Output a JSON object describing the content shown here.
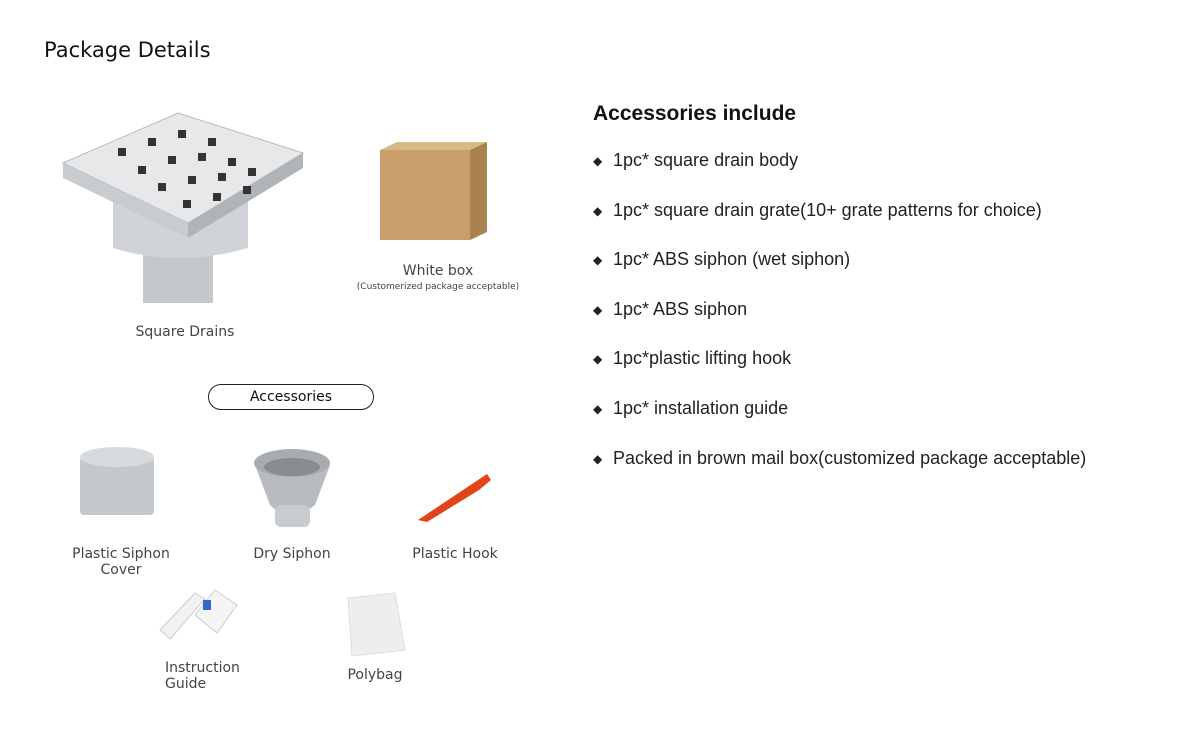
{
  "title": "Package Details",
  "products": {
    "drain": "Square Drains",
    "box": "White box",
    "box_note": "(Customerized package acceptable)"
  },
  "accessories_label": "Accessories",
  "accessory_items": {
    "siphon_cover": "Plastic Siphon Cover",
    "dry_siphon": "Dry Siphon",
    "hook": "Plastic Hook",
    "guide": "Instruction Guide",
    "polybag": "Polybag"
  },
  "includes": {
    "title": "Accessories include",
    "items": [
      "1pc* square drain body",
      "1pc* square drain grate(10+ grate patterns for choice)",
      "1pc* ABS siphon (wet siphon)",
      "1pc* ABS siphon",
      "1pc*plastic lifting hook",
      "1pc* installation guide",
      "Packed in brown mail box(customized package acceptable)"
    ]
  }
}
